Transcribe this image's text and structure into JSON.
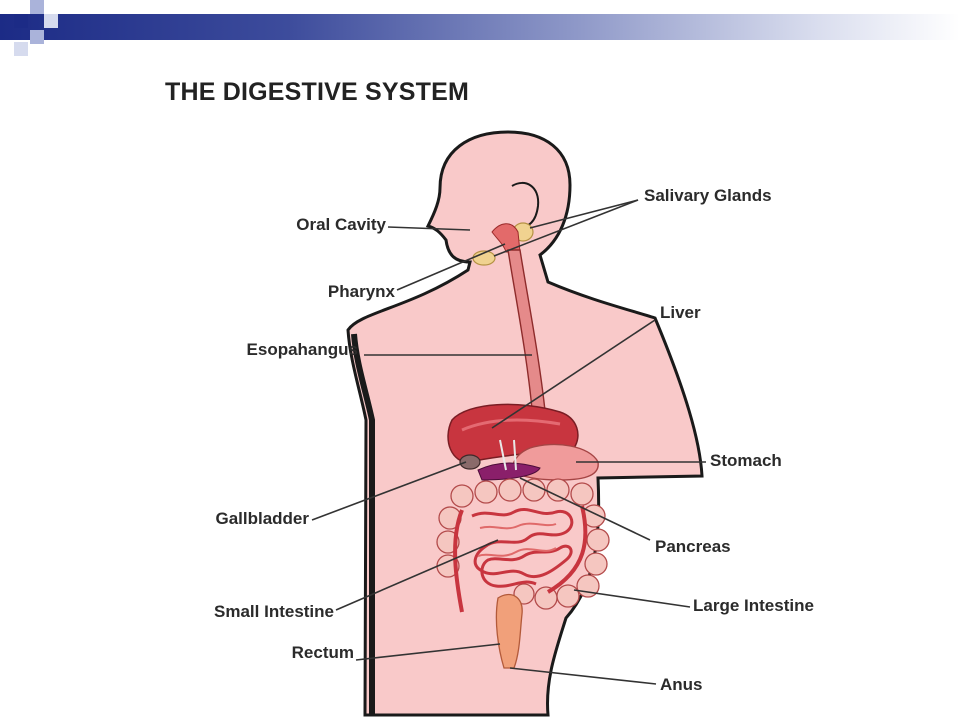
{
  "title": "THE DIGESTIVE SYSTEM",
  "colors": {
    "accent": "#1c2b86",
    "skin": "#f9c9c9",
    "organ": "#c8353f",
    "intestine": "#f3b3b3"
  },
  "labels": {
    "oral_cavity": "Oral Cavity",
    "pharynx": "Pharynx",
    "esophagus": "Esopahangus",
    "gallbladder": "Gallbladder",
    "small_intestine": "Small Intestine",
    "rectum": "Rectum",
    "salivary_glands": "Salivary Glands",
    "liver": "Liver",
    "stomach": "Stomach",
    "pancreas": "Pancreas",
    "large_intestine": "Large Intestine",
    "anus": "Anus"
  }
}
